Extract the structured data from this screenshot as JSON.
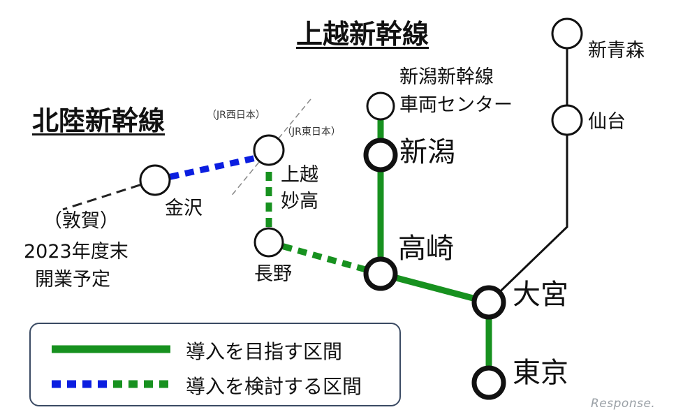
{
  "titles": {
    "joetsu": "上越新幹線",
    "hokuriku": "北陸新幹線"
  },
  "stations": {
    "shin_aomori": "新青森",
    "sendai": "仙台",
    "niigata_center_line1": "新潟新幹線",
    "niigata_center_line2": "車両センター",
    "niigata": "新潟",
    "takasaki": "高崎",
    "omiya": "大宮",
    "tokyo": "東京",
    "joetsu_myoko_line1": "上越",
    "joetsu_myoko_line2": "妙高",
    "nagano": "長野",
    "kanazawa": "金沢"
  },
  "annotations": {
    "jr_west": "（JR西日本）",
    "jr_east": "（JR東日本）",
    "tsuruga": "（敦賀）",
    "open_line1": "2023年度末",
    "open_line2": "開業予定"
  },
  "legend": {
    "solid_label": "導入を目指す区間",
    "dashed_label": "導入を検討する区間"
  },
  "colors": {
    "green": "#17911f",
    "blue": "#0b1ee0",
    "black": "#111111"
  },
  "watermark": "Response."
}
